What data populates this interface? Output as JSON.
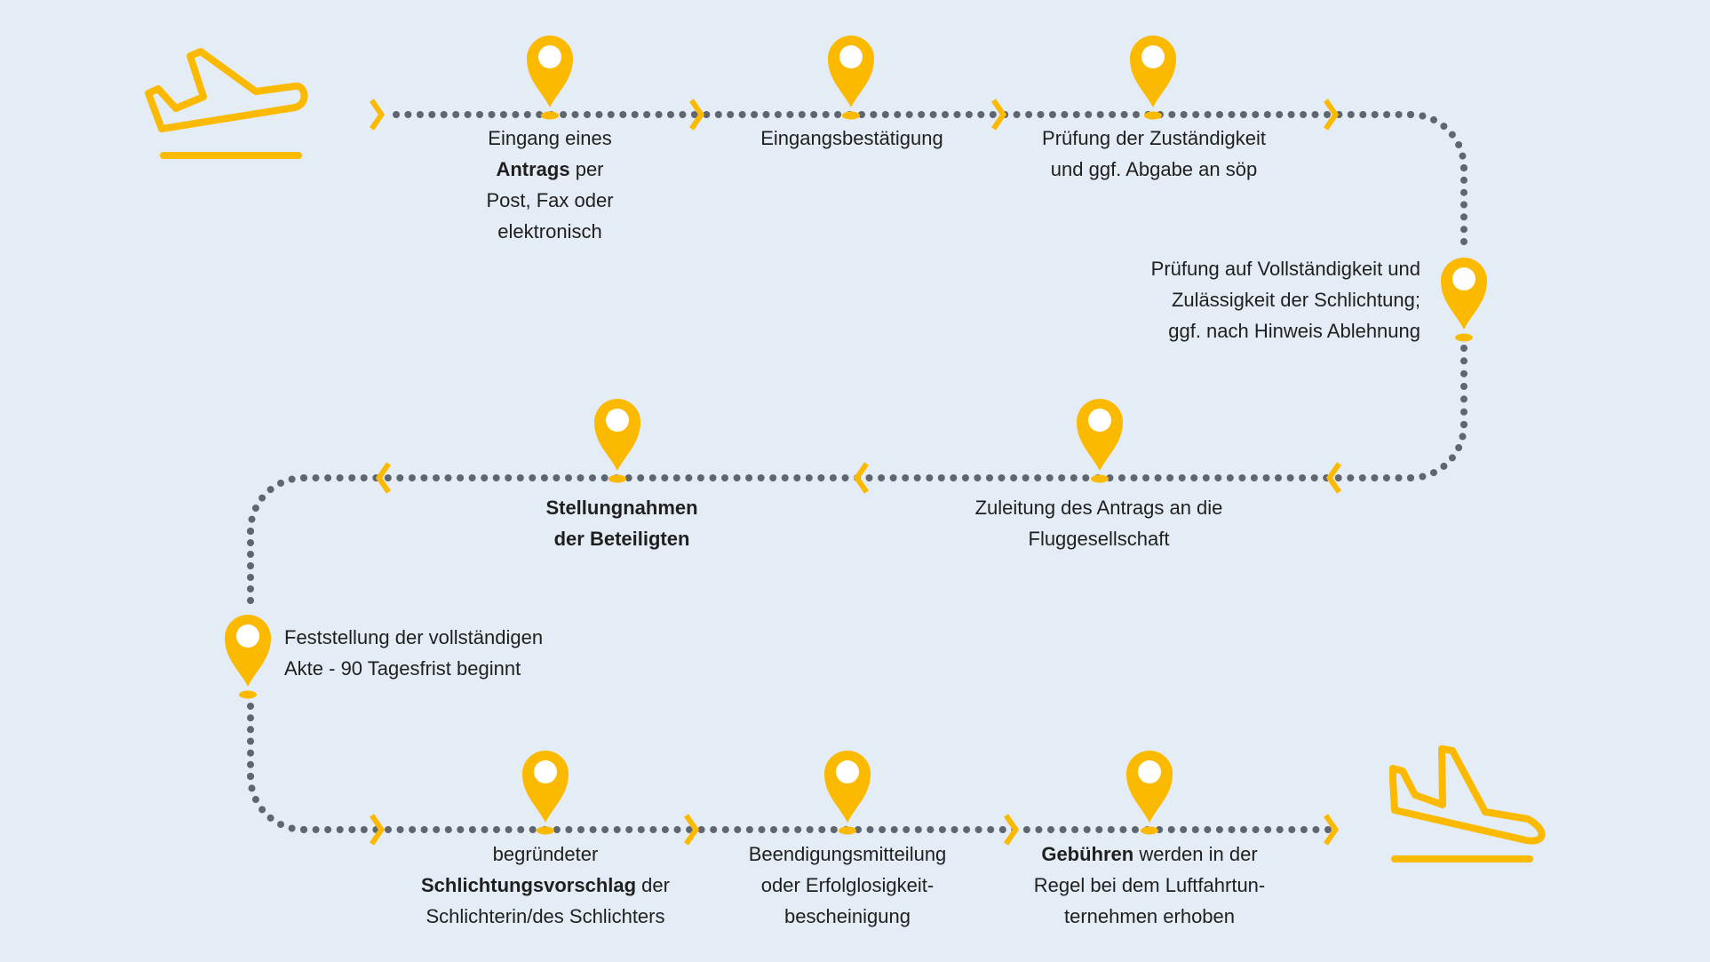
{
  "colors": {
    "background": "#e4edf5",
    "accent": "#fbba00",
    "path_dots": "#5f6670",
    "pin_hole": "#ffffff",
    "text": "#1f1f1f"
  },
  "icons": {
    "departure": "plane-takeoff-icon",
    "arrival": "plane-landing-icon",
    "pin": "map-pin-icon",
    "arrow_right": "chevron-right-icon",
    "arrow_left": "chevron-left-icon"
  },
  "steps": [
    {
      "id": "step-1",
      "parts": [
        [
          "Eingang eines",
          false
        ],
        [
          "Antrags",
          true
        ],
        [
          " per",
          false
        ],
        [
          "Post, Fax oder",
          false
        ],
        [
          "elektronisch",
          false
        ]
      ]
    },
    {
      "id": "step-2",
      "parts": [
        [
          "Eingangsbestätigung",
          false
        ]
      ]
    },
    {
      "id": "step-3",
      "parts": [
        [
          "Prüfung der Zuständigkeit",
          false
        ],
        [
          "und ggf. Abgabe an söp",
          false
        ]
      ]
    },
    {
      "id": "step-4",
      "parts": [
        [
          "Prüfung auf Vollständigkeit und",
          false
        ],
        [
          "Zulässigkeit der Schlichtung;",
          false
        ],
        [
          "ggf. nach Hinweis Ablehnung",
          false
        ]
      ]
    },
    {
      "id": "step-5",
      "parts": [
        [
          "Zuleitung des Antrags an die",
          false
        ],
        [
          "Fluggesellschaft",
          false
        ]
      ]
    },
    {
      "id": "step-6",
      "parts": [
        [
          "Stellungnahmen",
          true
        ],
        [
          "der Beteiligten",
          true
        ]
      ]
    },
    {
      "id": "step-7",
      "parts": [
        [
          "Feststellung der vollständigen",
          false
        ],
        [
          "Akte - 90 Tagesfrist beginnt",
          false
        ]
      ]
    },
    {
      "id": "step-8",
      "parts": [
        [
          "begründeter",
          false
        ],
        [
          "Schlichtungsvorschlag",
          true
        ],
        [
          " der",
          false
        ],
        [
          "Schlichterin/des Schlichters",
          false
        ]
      ]
    },
    {
      "id": "step-9",
      "parts": [
        [
          "Beendigungsmitteilung",
          false
        ],
        [
          "oder Erfolglosigkeit-",
          false
        ],
        [
          "bescheinigung",
          false
        ]
      ]
    },
    {
      "id": "step-10",
      "parts": [
        [
          "Gebühren",
          true
        ],
        [
          " werden in der",
          false
        ],
        [
          "Regel bei dem Luftfahrtun-",
          false
        ],
        [
          "ternehmen erhoben",
          false
        ]
      ]
    }
  ]
}
